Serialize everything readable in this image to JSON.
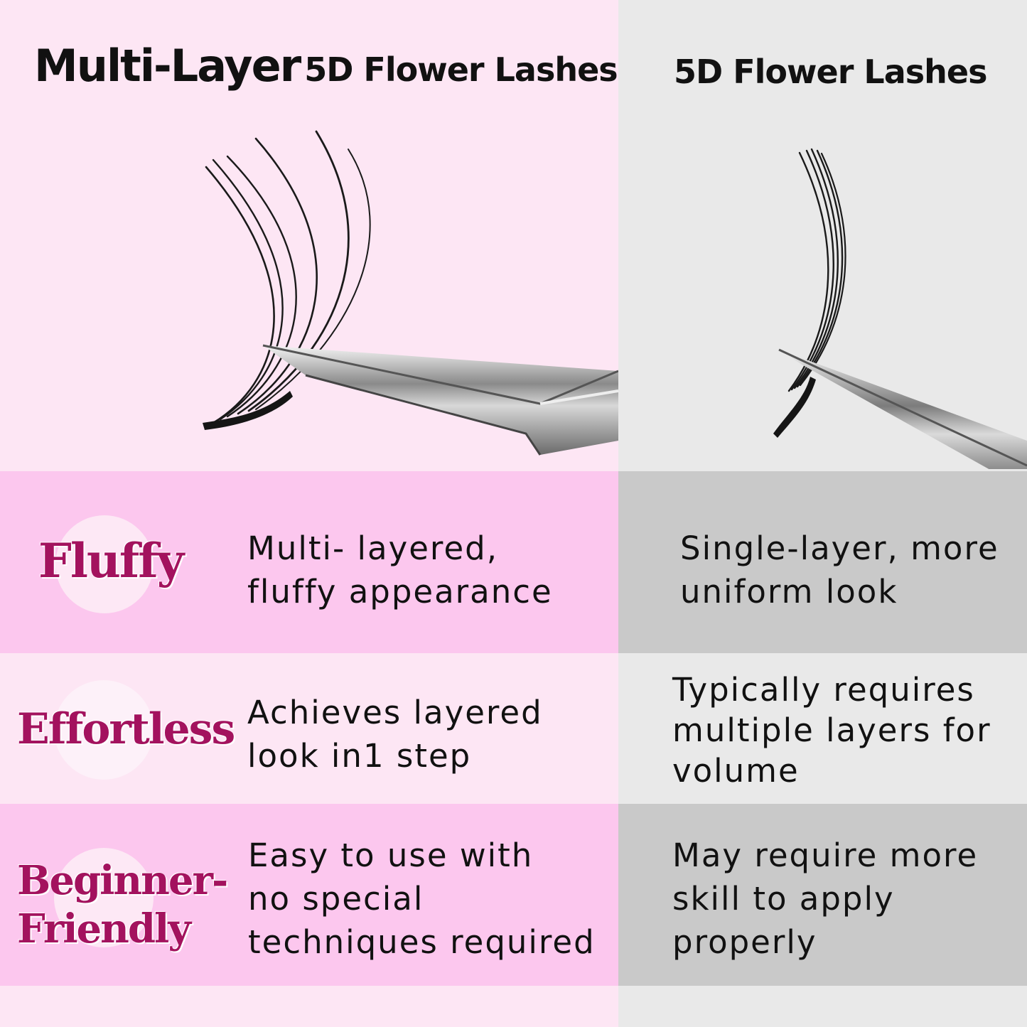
{
  "header": {
    "left_title_big": "Multi-Layer",
    "left_title_small": "5D Flower Lashes",
    "right_title": "5D Flower Lashes"
  },
  "colors": {
    "left_bg": "#fde6f4",
    "left_band": "#fcc7ee",
    "right_bg": "#e9e9e9",
    "right_band": "#c9c9c9",
    "label_accent": "#a3125e"
  },
  "illustrations": {
    "left": "lash-cluster-in-tweezers-icon",
    "right": "lash-cluster-in-tweezers-icon"
  },
  "rows": [
    {
      "label": [
        "Fluffy"
      ],
      "left_desc": [
        "Multi- layered,",
        "fluffy appearance"
      ],
      "right_desc": [
        "Single-layer, more",
        "uniform look"
      ]
    },
    {
      "label": [
        "Effortless"
      ],
      "left_desc": [
        "Achieves layered",
        "look in1 step"
      ],
      "right_desc": [
        "Typically requires",
        "multiple layers for",
        "volume"
      ]
    },
    {
      "label": [
        "Beginner-",
        "Friendly"
      ],
      "left_desc": [
        "Easy to use with",
        "no special",
        "techniques required"
      ],
      "right_desc": [
        "May require more",
        "skill to apply",
        "properly"
      ]
    }
  ]
}
